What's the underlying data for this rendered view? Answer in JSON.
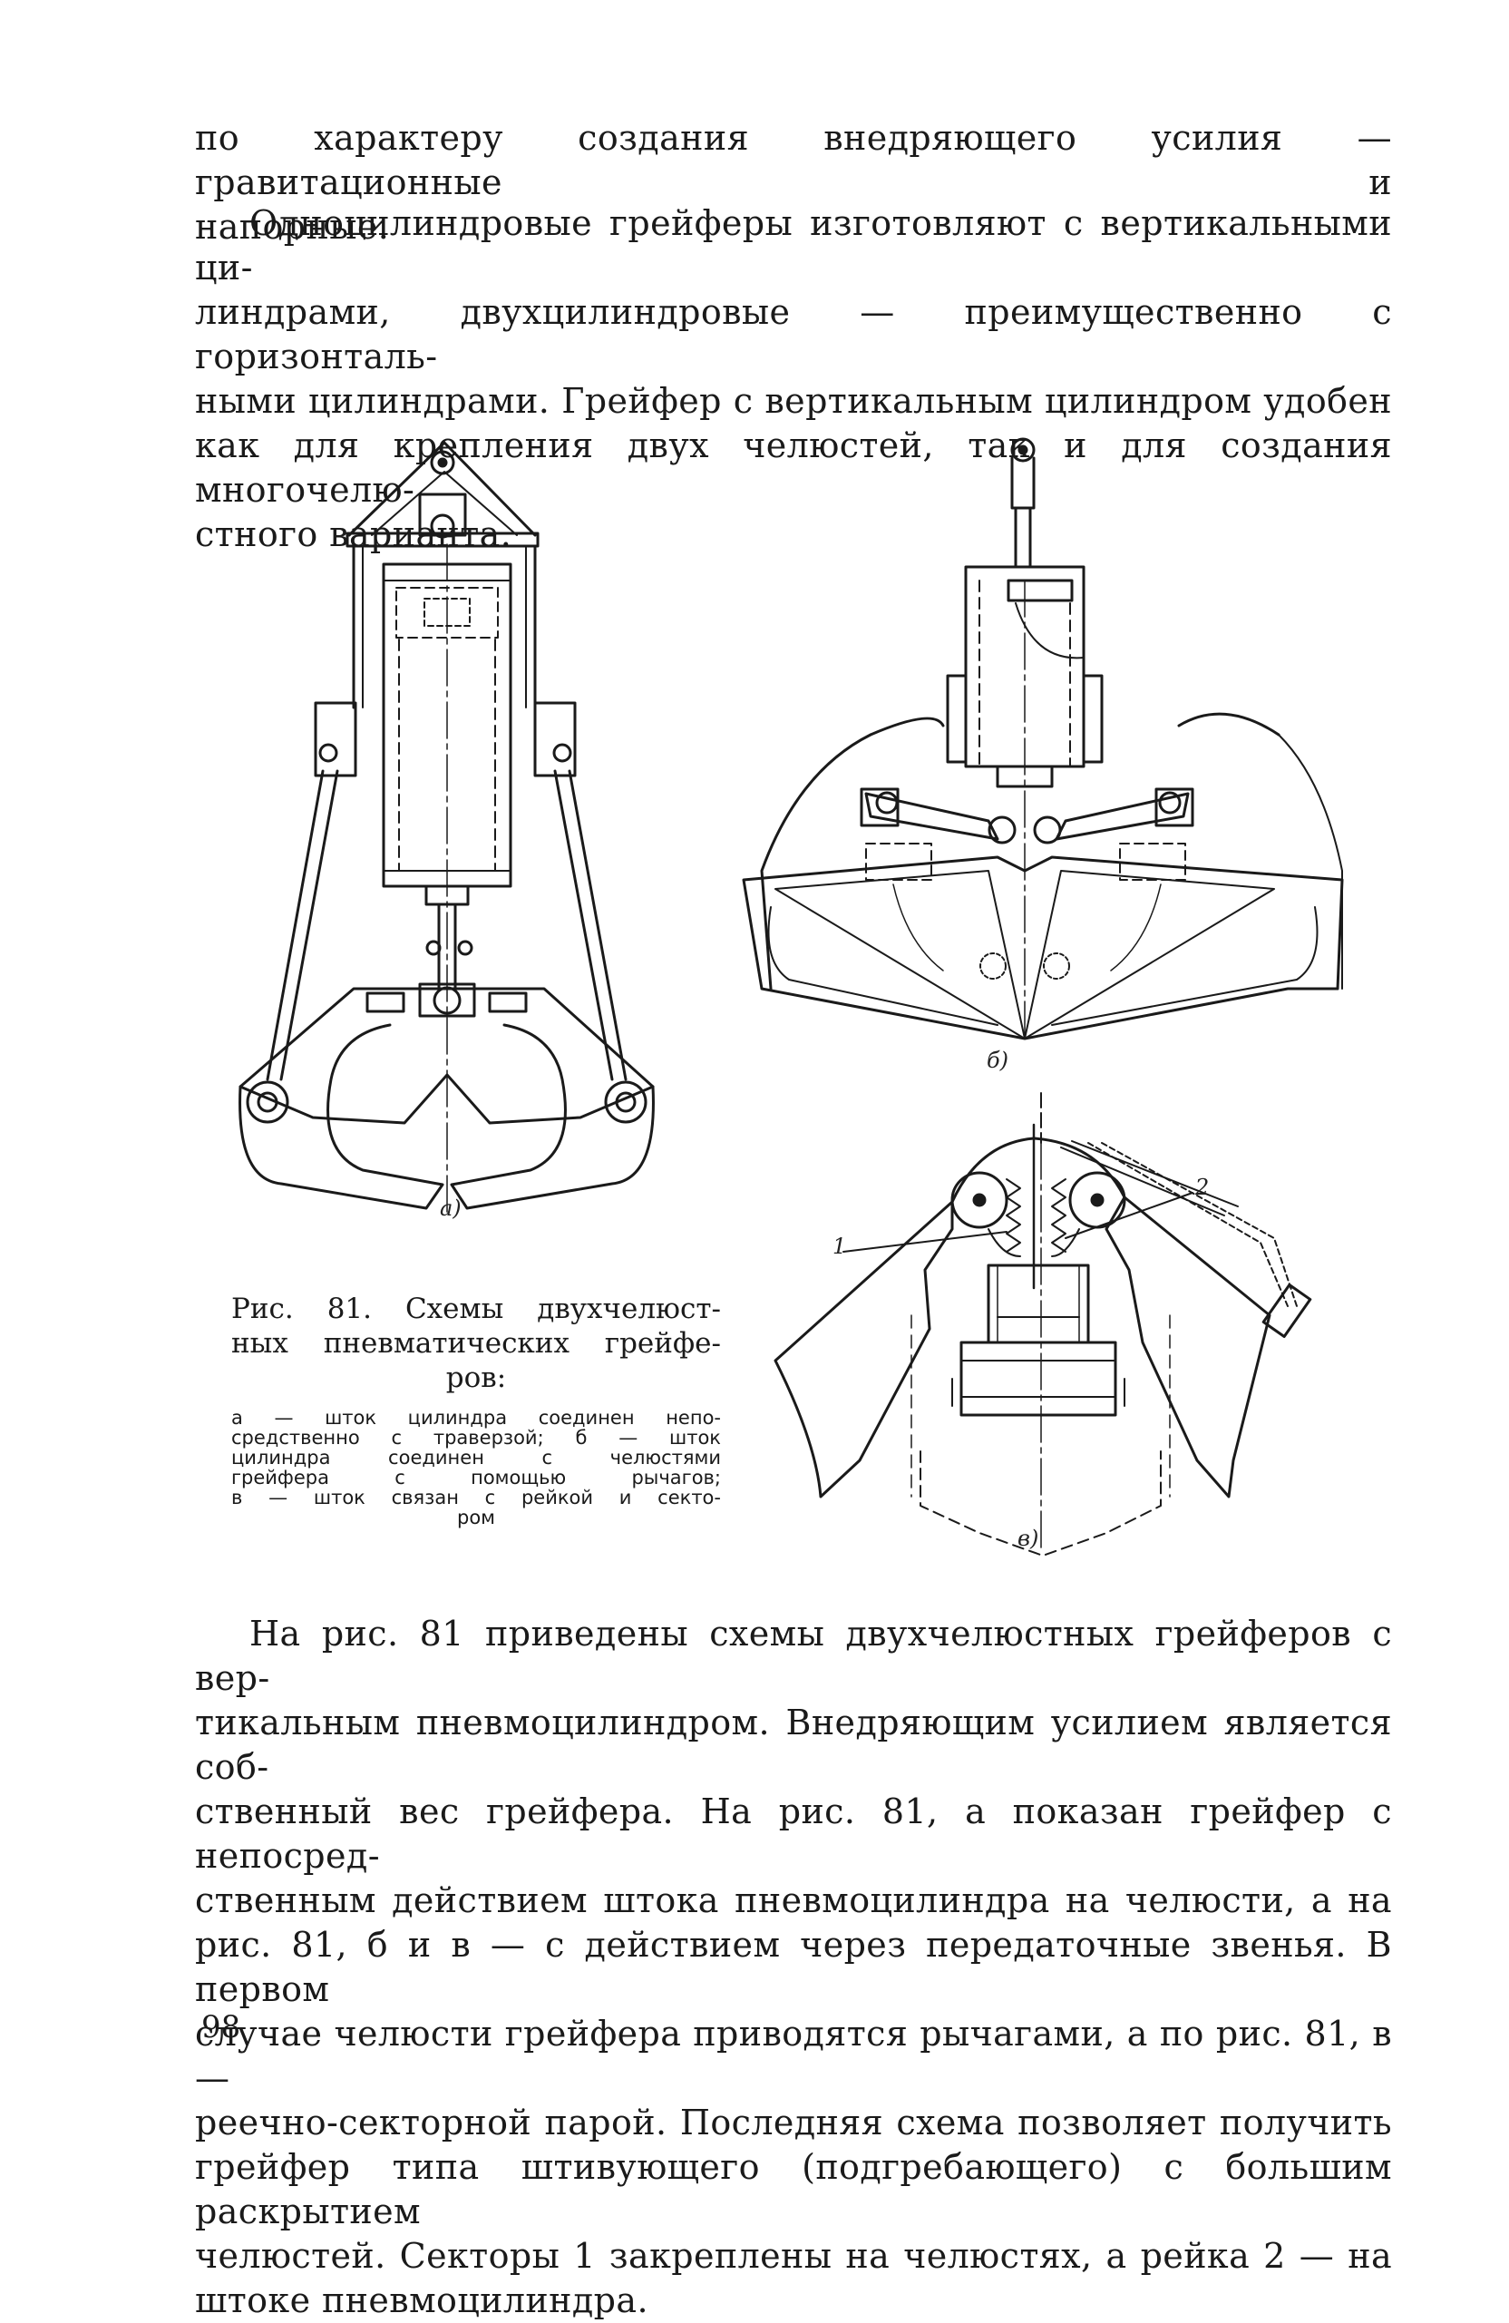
{
  "paragraph1": {
    "lines": [
      "по характеру создания внедряющего усилия — гравитационные и",
      "напорные."
    ]
  },
  "paragraph2": {
    "lines": [
      "Одноцилиндровые грейферы изготовляют с вертикальными ци-",
      "линдрами, двухцилиндровые — преимущественно с горизонталь-",
      "ными цилиндрами. Грейфер с вертикальным цилиндром удобен",
      "как для крепления двух челюстей, так и для создания многочелю-",
      "стного варианта."
    ]
  },
  "figure": {
    "labels": {
      "a": "а)",
      "b": "б)",
      "v": "в)",
      "callout1": "1",
      "callout2": "2"
    },
    "caption": {
      "title_lines": [
        "Рис. 81. Схемы двухчелюст-",
        "ных пневматических грейфе-",
        "ров:"
      ],
      "desc_lines": [
        "а — шток цилиндра соединен непо-",
        "средственно с траверзой; б — шток",
        "цилиндра соединен с челюстями",
        "грейфера с помощью рычагов;",
        "в — шток связан с рейкой и секто-",
        "ром"
      ]
    }
  },
  "paragraph3": {
    "lines": [
      "На рис. 81 приведены схемы двухчелюстных грейферов с вер-",
      "тикальным пневмоцилиндром. Внедряющим усилием является соб-",
      "ственный вес грейфера. На рис. 81, а показан грейфер с непосред-",
      "ственным действием штока пневмоцилиндра на челюсти, а на",
      "рис. 81, б и в — с действием через передаточные звенья. В первом",
      "случае челюсти грейфера приводятся рычагами, а по рис. 81, в —",
      "реечно-секторной парой. Последняя схема позволяет получить",
      "грейфер типа штивующего (подгребающего) с большим раскрытием",
      "челюстей. Секторы 1 закреплены на челюстях, а рейка 2 — на",
      "штоке пневмоцилиндра."
    ]
  },
  "page_number": "98"
}
